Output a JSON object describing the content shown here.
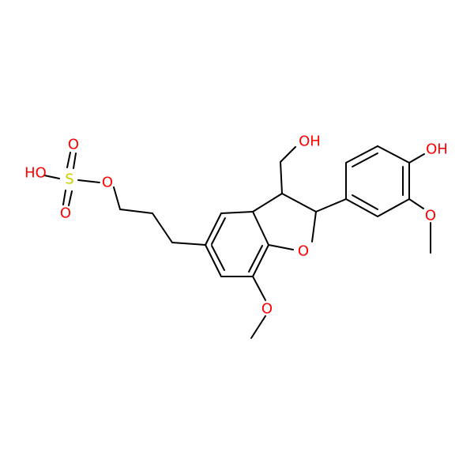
{
  "colors": {
    "background": "#ffffff",
    "bond": "#000000",
    "oxygen": "#ff0000",
    "sulfur": "#cccc00"
  },
  "molecule": {
    "atom_labels": {
      "ho_sulfate": "HO",
      "s": "S",
      "o_top": "O",
      "o_bottom": "O",
      "o_ester": "O",
      "oh_hydroxymethyl": "OH",
      "oh_phenol": "OH",
      "o_methoxy_right": "O",
      "o_ring": "O",
      "o_methoxy_bottom": "O"
    }
  }
}
